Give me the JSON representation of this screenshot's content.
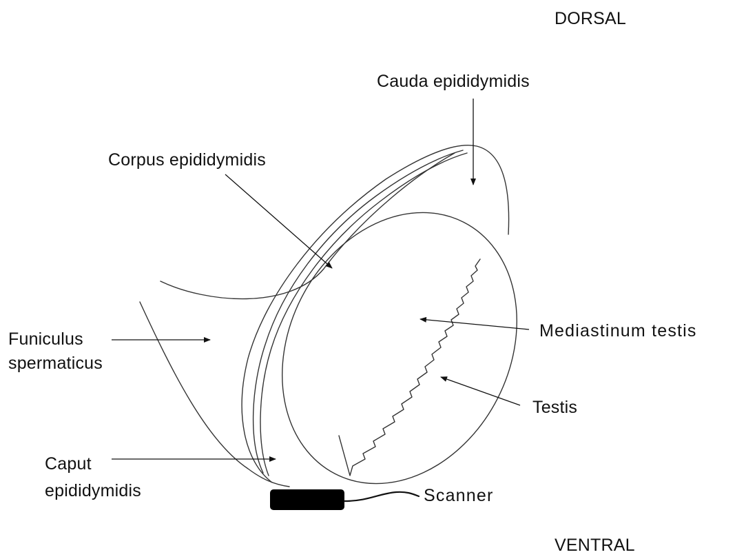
{
  "orientation": {
    "top": "DORSAL",
    "bottom": "VENTRAL"
  },
  "labels": {
    "cauda": "Cauda epididymidis",
    "corpus": "Corpus epididymidis",
    "funiculus_line1": "Funiculus",
    "funiculus_line2": "spermaticus",
    "mediastinum": "Mediastinum testis",
    "testis": "Testis",
    "caput_line1": "Caput",
    "caput_line2": "epididymidis",
    "scanner": "Scanner"
  },
  "colors": {
    "outline": "#333333",
    "arrow": "#111111",
    "scanner_probe": "#000000",
    "text": "#111111"
  }
}
